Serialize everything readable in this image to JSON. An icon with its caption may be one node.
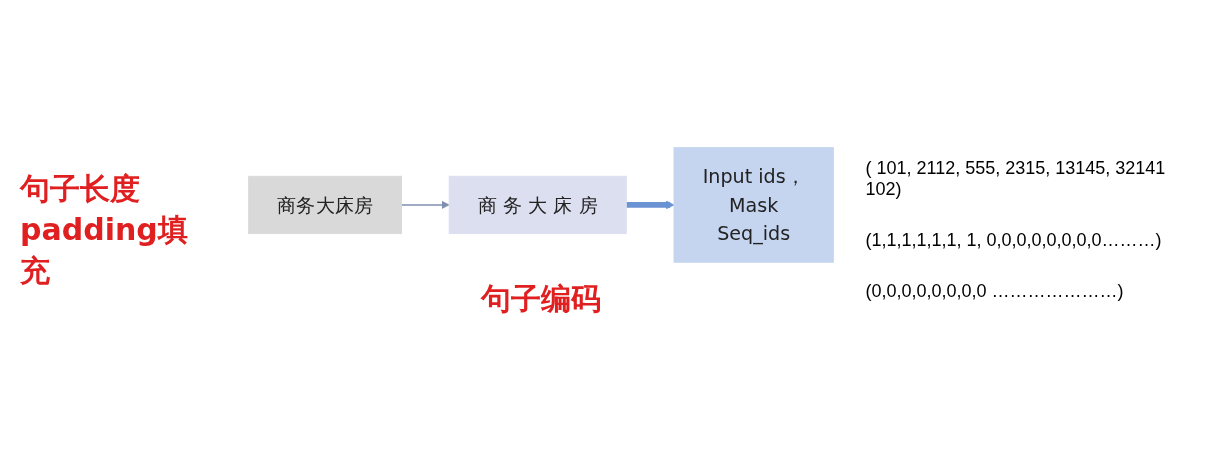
{
  "diagram": {
    "nodes": [
      {
        "text": [
          "商务大床房"
        ]
      },
      {
        "text": [
          "商 务 大 床 房"
        ]
      },
      {
        "text": [
          "Input ids，",
          "Mask",
          "Seq_ids"
        ],
        "beside": [
          "句子编码"
        ]
      }
    ],
    "edges": [
      {
        "from": 0,
        "to": 1,
        "arrow": "to"
      },
      {
        "from": 1,
        "to": 2,
        "arrow": "to",
        "style": "thick",
        "color": "#6a93d4"
      }
    ],
    "labels": [
      "( 101, 2112, 555, 2315, 13145, 32141 102)",
      "(1,1,1,1,1,1, 1, 0,0,0,0,0,0,0,0………)",
      "(0,0,0,0,0,0,0,0 …………………)",
      "句子长度padding填充"
    ]
  }
}
